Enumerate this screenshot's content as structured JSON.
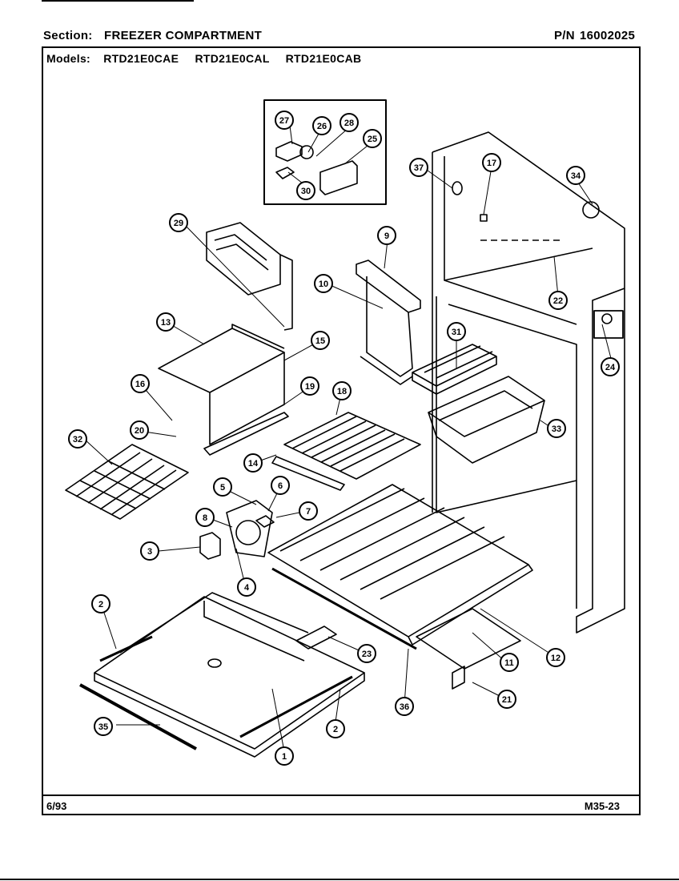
{
  "header": {
    "section_label": "Section:",
    "section_name": "FREEZER COMPARTMENT",
    "pn_label": "P/N",
    "pn_value": "16002025"
  },
  "models": {
    "label": "Models:",
    "list": [
      "RTD21E0CAE",
      "RTD21E0CAL",
      "RTD21E0CAB"
    ]
  },
  "footer": {
    "date": "6/93",
    "page_code": "M35-23"
  },
  "callouts": [
    "27",
    "26",
    "28",
    "25",
    "30",
    "37",
    "17",
    "34",
    "29",
    "9",
    "10",
    "22",
    "24",
    "13",
    "15",
    "31",
    "16",
    "19",
    "18",
    "33",
    "20",
    "32",
    "14",
    "5",
    "6",
    "8",
    "7",
    "3",
    "4",
    "2",
    "23",
    "11",
    "12",
    "36",
    "21",
    "35",
    "2",
    "1"
  ]
}
